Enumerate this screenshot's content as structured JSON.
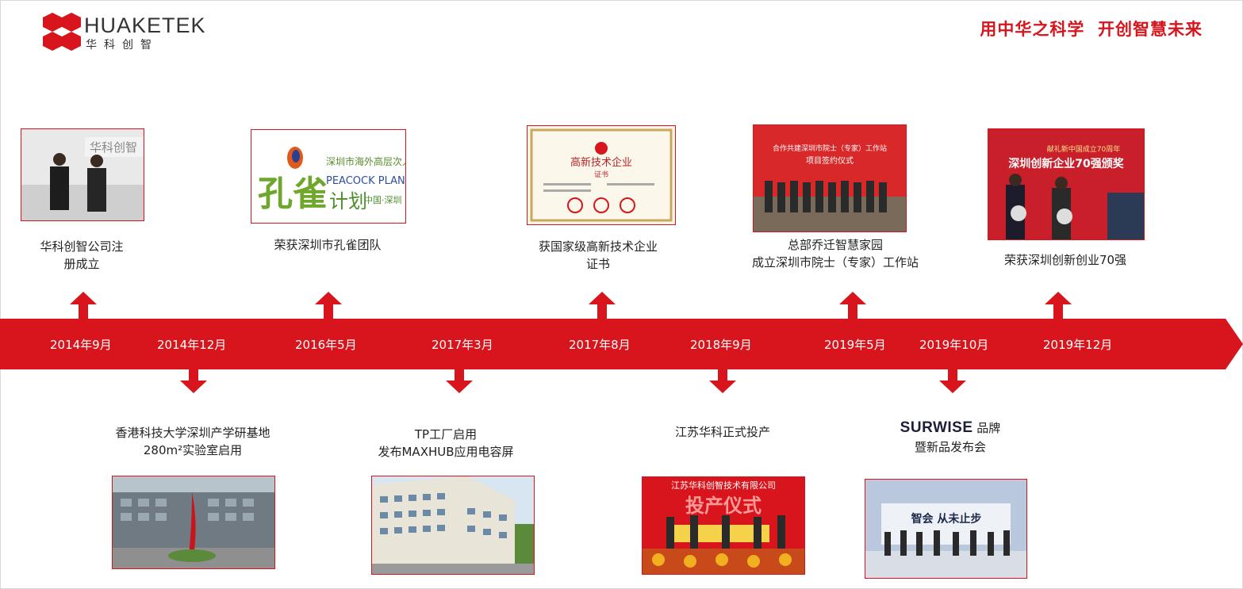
{
  "header": {
    "logo_en": "HUAKETEK",
    "logo_cn": "华科创智",
    "slogan": "用中华之科学  开创智慧未来",
    "accent": "#d8141c"
  },
  "timeline": {
    "color": "#d8141c",
    "dates": [
      "2014年9月",
      "2014年12月",
      "2016年5月",
      "2017年3月",
      "2017年8月",
      "2018年9月",
      "2019年5月",
      "2019年10月",
      "2019年12月"
    ]
  },
  "milestones_top": [
    {
      "caption": [
        "华科创智公司注",
        "册成立"
      ],
      "photo": "华科创智"
    },
    {
      "caption": [
        "荣获深圳市孔雀团队"
      ],
      "photo": {
        "title": "深圳市海外高层次人才",
        "sub": "PEACOCK PLAN",
        "cn1": "孔雀",
        "cn2": "计划",
        "loc": "中国·深圳"
      }
    },
    {
      "caption": [
        "获国家级高新技术企业",
        "证书"
      ],
      "photo": {
        "title": "高新技术企业",
        "sub": "证书"
      }
    },
    {
      "caption": [
        "总部乔迁智慧家园",
        "成立深圳市院士（专家）工作站"
      ],
      "photo": {
        "banner": "合作共建深圳市院士（专家）工作站",
        "banner2": "项目签约仪式"
      }
    },
    {
      "caption": [
        "荣获深圳创新创业70强"
      ],
      "photo": {
        "banner": "献礼新中国成立70周年",
        "banner2": "深圳创新企业70强颁奖"
      }
    }
  ],
  "milestones_bottom": [
    {
      "caption": [
        "香港科技大学深圳产学研基地",
        "280m²实验室启用"
      ]
    },
    {
      "caption": [
        "TP工厂启用",
        "发布MAXHUB应用电容屏"
      ]
    },
    {
      "caption": [
        "江苏华科正式投产"
      ],
      "photo": {
        "banner": "江苏华科创智技术有限公司",
        "banner2": "投产仪式"
      }
    },
    {
      "brand": "SURWISE",
      "caption": [
        "品牌",
        "暨新品发布会"
      ],
      "photo": {
        "banner": "智会 从未止步"
      }
    }
  ]
}
